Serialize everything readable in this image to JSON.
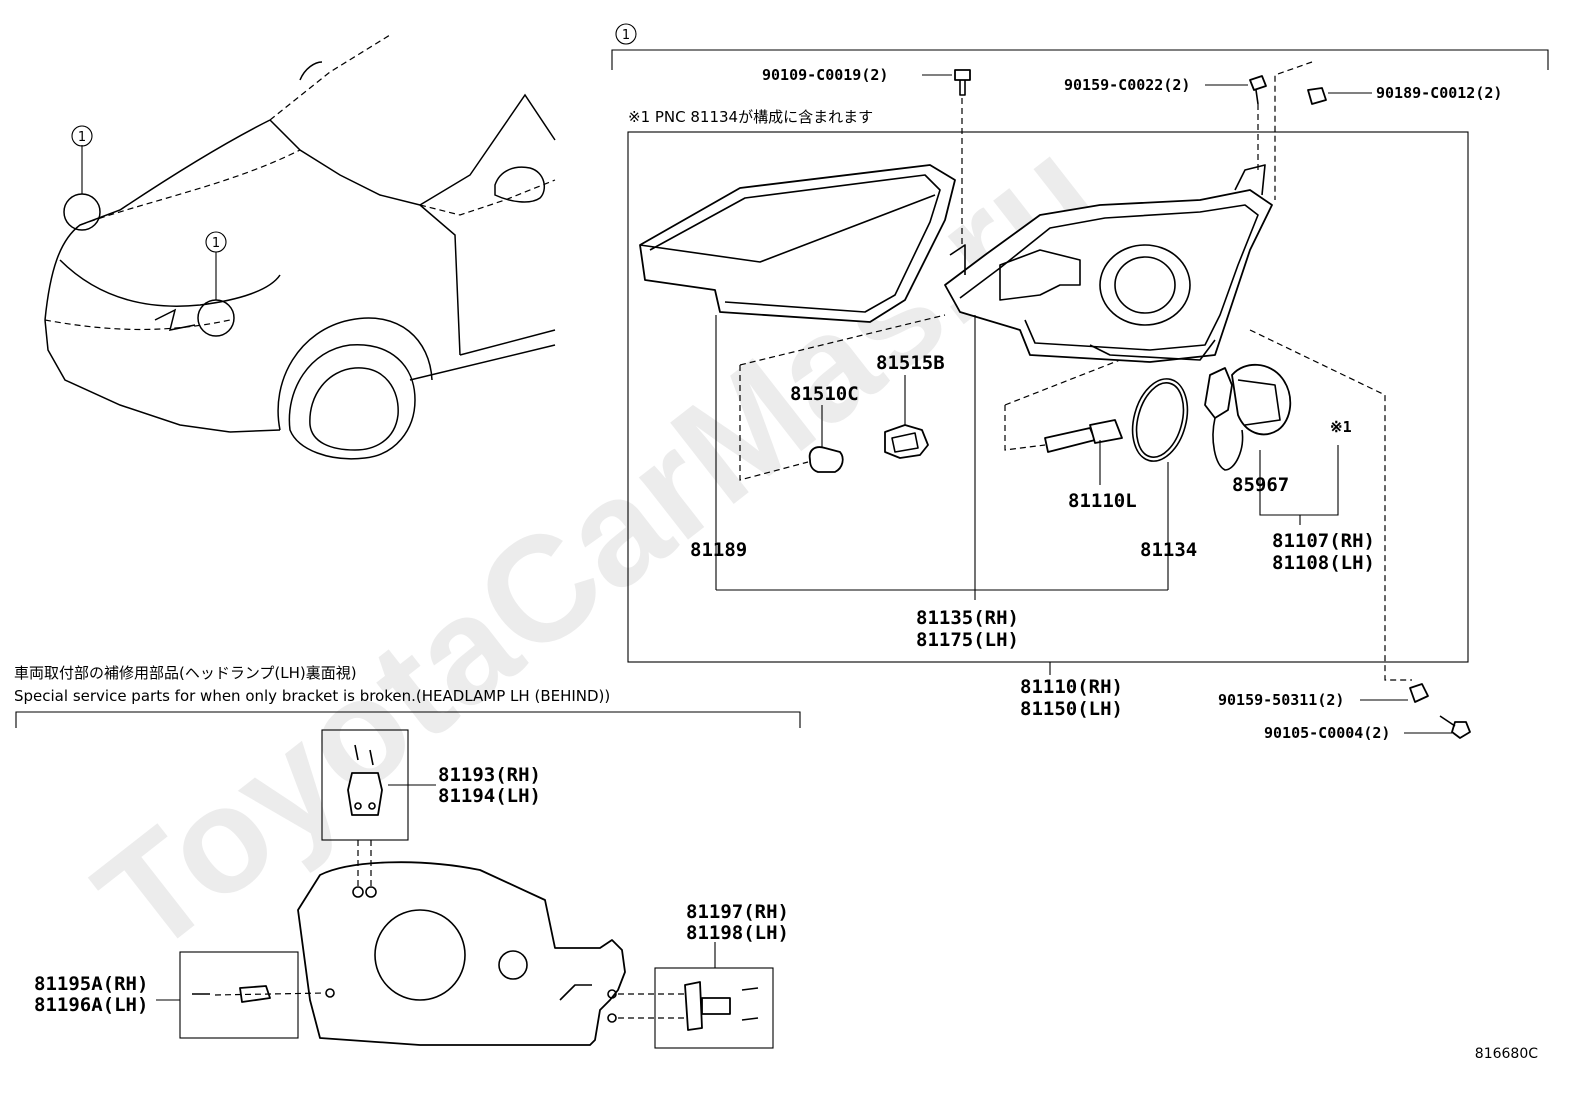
{
  "watermark": "ToyotaCarMas.ru",
  "callout_marker": "1",
  "group_note": "※1 PNC 81134が構成に含まれます",
  "note_mark": "※1",
  "special_title_jp": "車両取付部の補修用部品(ヘッドランプ(LH)裏面視)",
  "special_title_en": "Special service parts for when only bracket is broken.(HEADLAMP LH (BEHIND))",
  "diagram_ref": "816680C",
  "parts": {
    "p90109": "90109-C0019(2)",
    "p90159a": "90159-C0022(2)",
    "p90189": "90189-C0012(2)",
    "p81515b": "81515B",
    "p81510c": "81510C",
    "p81110l": "81110L",
    "p85967": "85967",
    "p81107": "81107(RH)",
    "p81108": "81108(LH)",
    "p81189": "81189",
    "p81134": "81134",
    "p81135": "81135(RH)",
    "p81175": "81175(LH)",
    "p81110": "81110(RH)",
    "p81150": "81150(LH)",
    "p90159b": "90159-50311(2)",
    "p90105": "90105-C0004(2)",
    "p81193": "81193(RH)",
    "p81194": "81194(LH)",
    "p81197": "81197(RH)",
    "p81198": "81198(LH)",
    "p81195a": "81195A(RH)",
    "p81196a": "81196A(LH)"
  }
}
